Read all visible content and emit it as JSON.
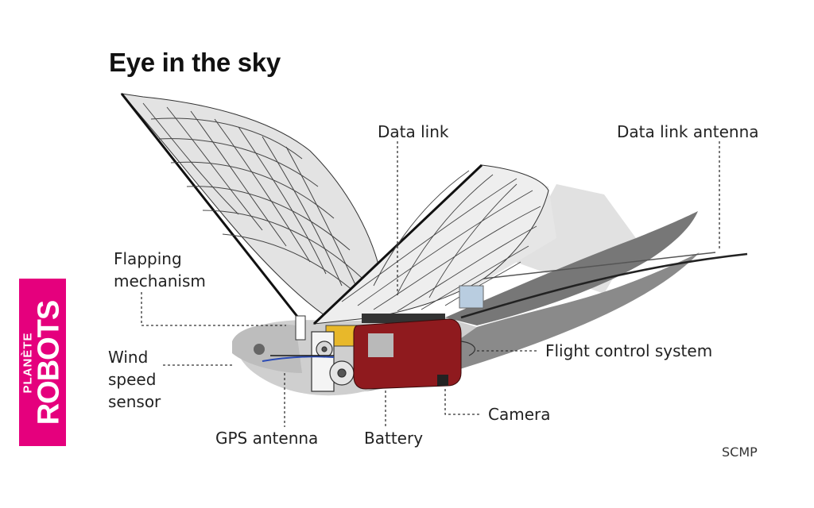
{
  "title": "Eye in the sky",
  "labels": {
    "data_link": "Data link",
    "data_link_antenna": "Data link antenna",
    "flapping_line1": "Flapping",
    "flapping_line2": "mechanism",
    "wind_line1": "Wind",
    "wind_line2": "speed",
    "wind_line3": "sensor",
    "flight_control": "Flight control system",
    "camera": "Camera",
    "gps_antenna": "GPS antenna",
    "battery": "Battery"
  },
  "credit": "SCMP",
  "badge": {
    "line1": "PLANÈTE",
    "line2": "ROBOTS",
    "color": "#e5007d"
  },
  "colors": {
    "battery_red": "#8f1a1e",
    "motor_yellow": "#e8b82a",
    "body_grey": "#6e6e6e",
    "wing_grey": "#d9d9d9"
  }
}
